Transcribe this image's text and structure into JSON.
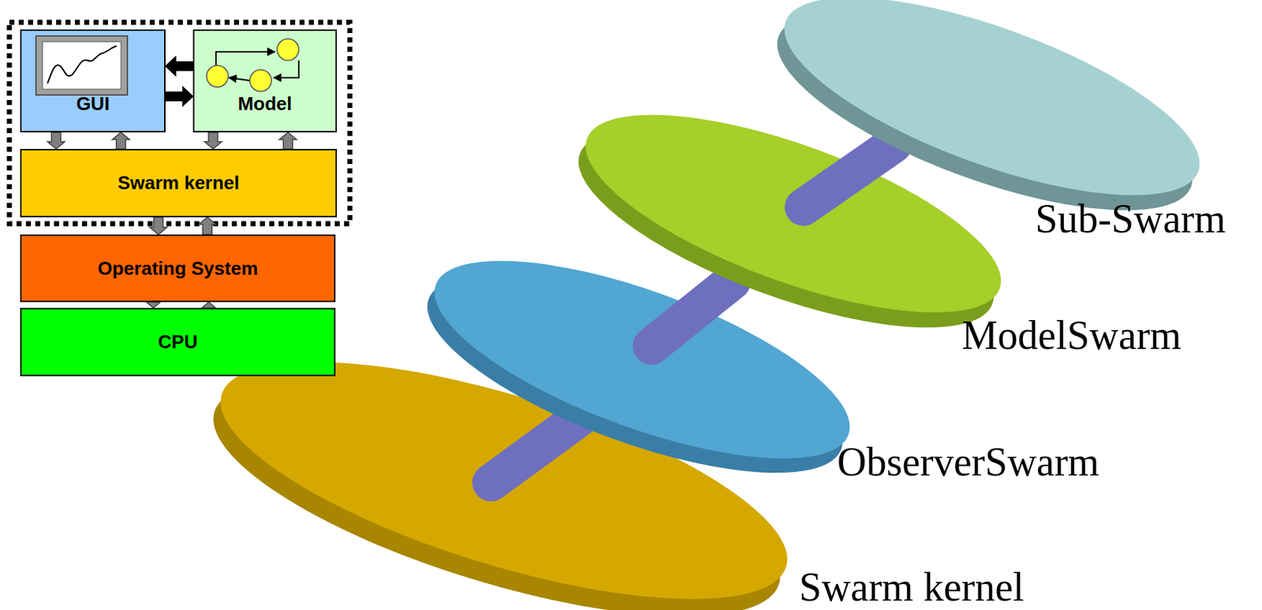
{
  "diagram": {
    "nodes": [
      {
        "text": [
          "GUI"
        ]
      },
      {
        "text": [
          "Model"
        ]
      },
      {
        "text": [
          "Swarm kernel"
        ]
      },
      {
        "text": [
          "Operating System"
        ]
      },
      {
        "text": [
          "CPU"
        ]
      }
    ],
    "edges": [
      {
        "from": 1,
        "to": 0,
        "arrow": "to"
      },
      {
        "from": 0,
        "to": 1,
        "arrow": "to"
      },
      {
        "from": 0,
        "to": 2,
        "arrow": "to"
      },
      {
        "from": 2,
        "to": 0,
        "arrow": "to"
      },
      {
        "from": 1,
        "to": 2,
        "arrow": "to"
      },
      {
        "from": 2,
        "to": 1,
        "arrow": "to"
      },
      {
        "from": 2,
        "to": 3,
        "arrow": "to"
      },
      {
        "from": 3,
        "to": 2,
        "arrow": "to"
      },
      {
        "from": 3,
        "to": 4,
        "arrow": "to"
      },
      {
        "from": 4,
        "to": 3,
        "arrow": "to"
      }
    ],
    "labels": [
      "Sub-Swarm",
      "ModelSwarm",
      "ObserverSwarm",
      "Swarm kernel"
    ]
  }
}
